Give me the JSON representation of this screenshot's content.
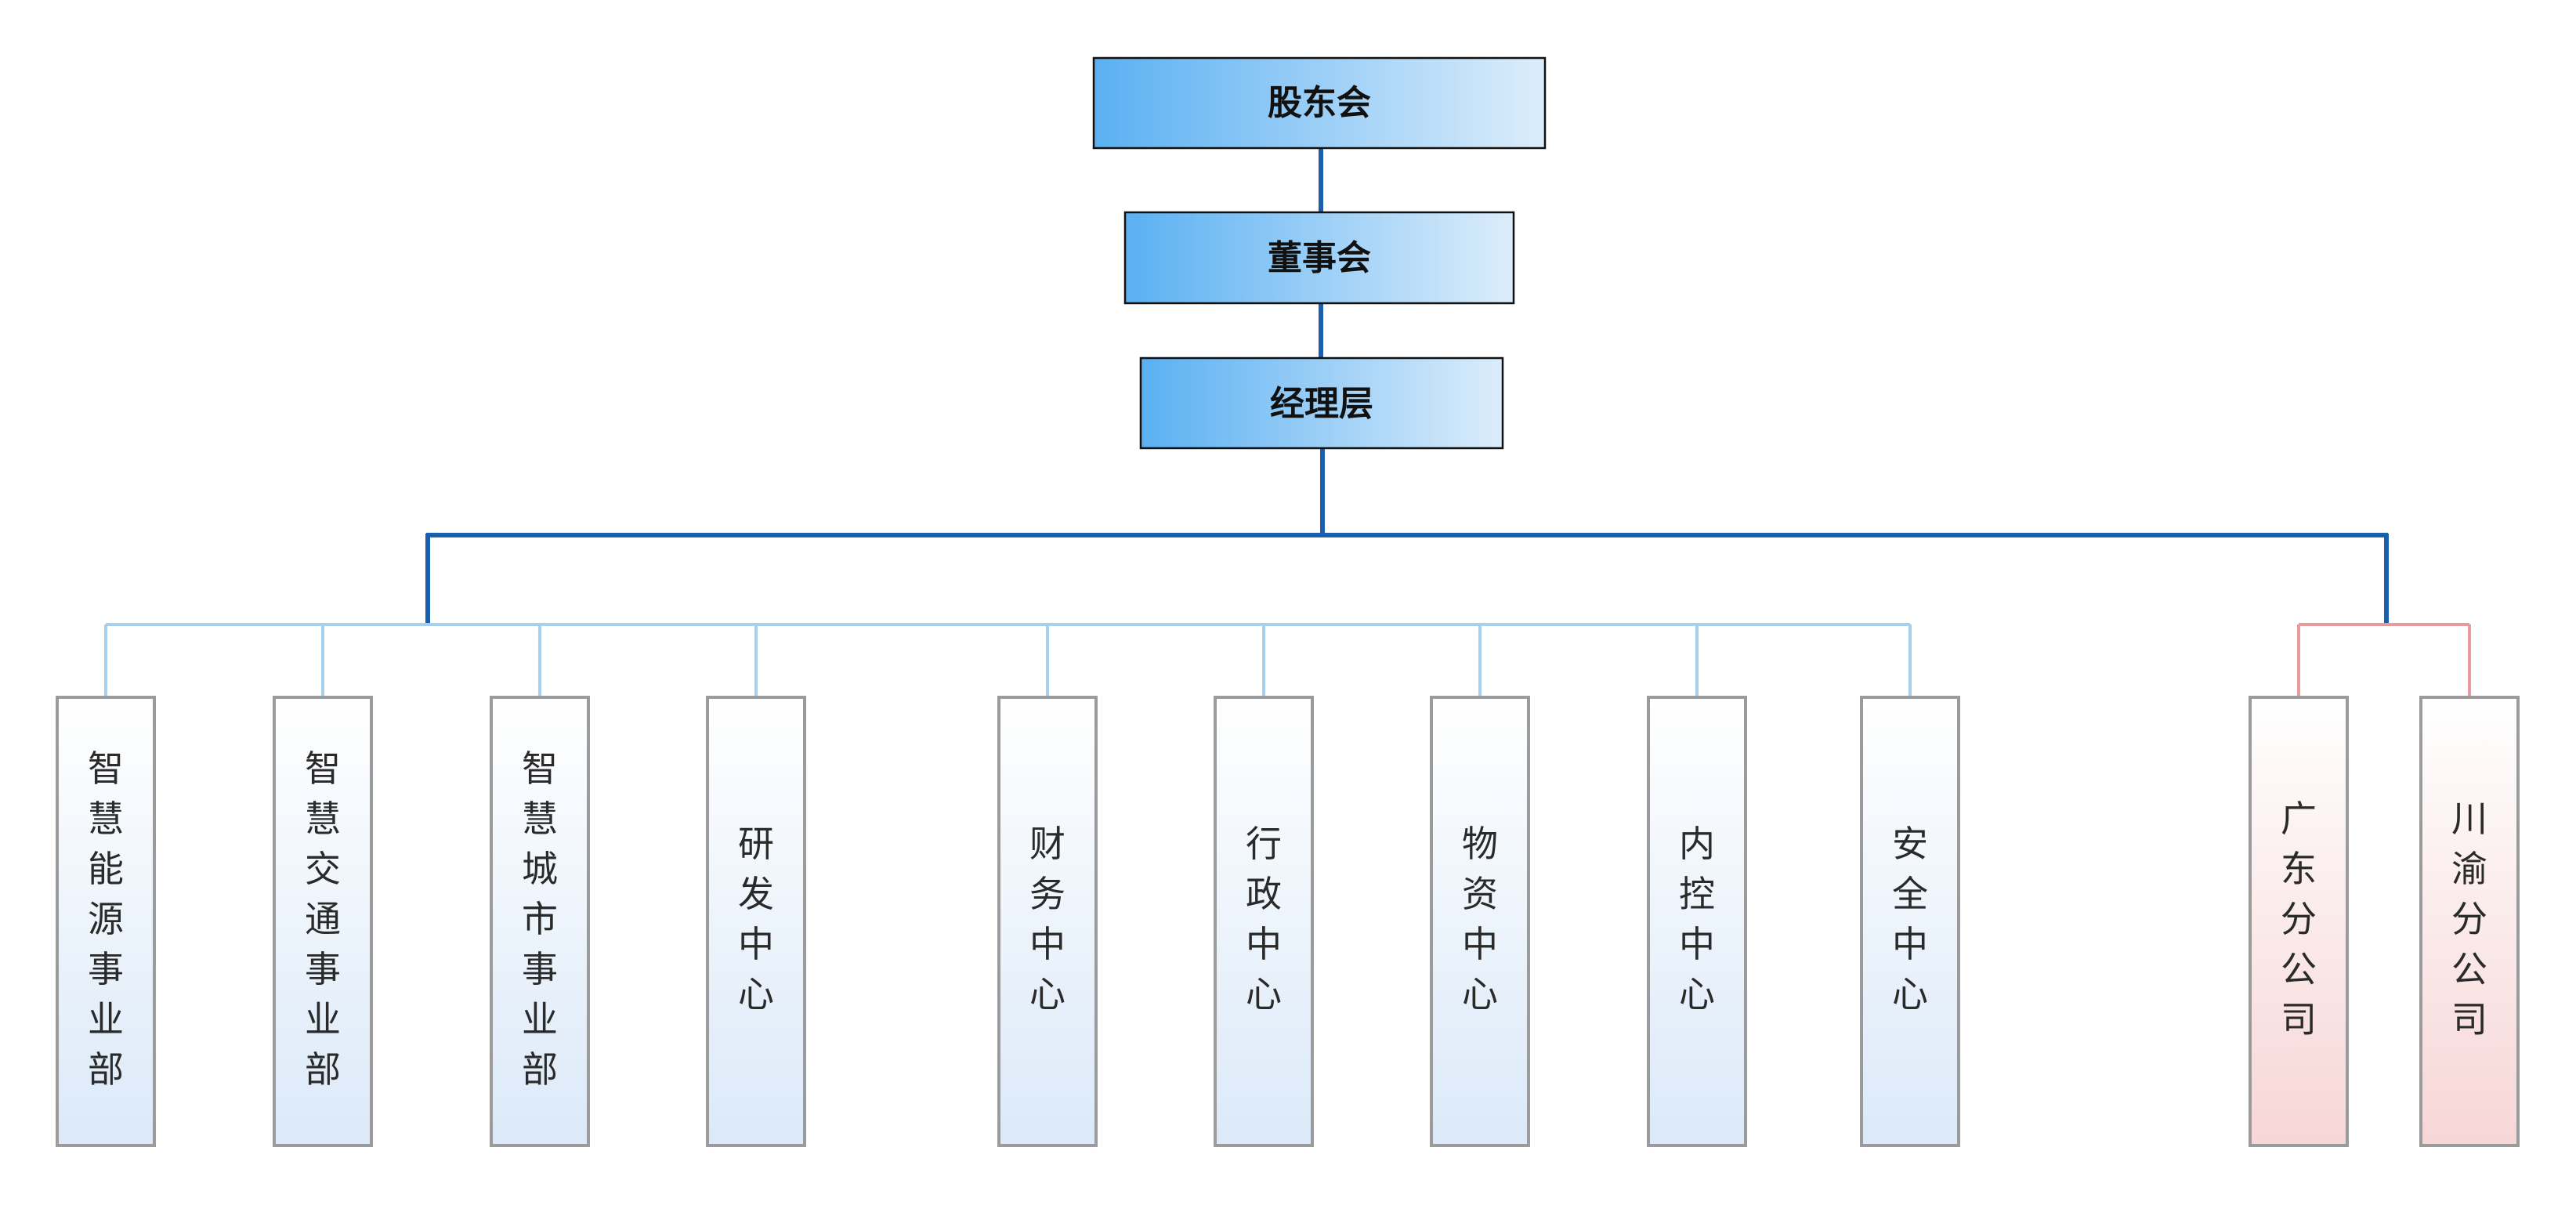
{
  "top_nodes": [
    {
      "label": "股东会"
    },
    {
      "label": "董事会"
    },
    {
      "label": "经理层"
    }
  ],
  "departments": [
    {
      "label": "智慧能源事业部",
      "group": "headquarters"
    },
    {
      "label": "智慧交通事业部",
      "group": "headquarters"
    },
    {
      "label": "智慧城市事业部",
      "group": "headquarters"
    },
    {
      "label": "研发中心",
      "group": "headquarters"
    },
    {
      "label": "财务中心",
      "group": "headquarters"
    },
    {
      "label": "行政中心",
      "group": "headquarters"
    },
    {
      "label": "物资中心",
      "group": "headquarters"
    },
    {
      "label": "内控中心",
      "group": "headquarters"
    },
    {
      "label": "安全中心",
      "group": "headquarters"
    }
  ],
  "branches": [
    {
      "label": "广东分公司",
      "group": "branch"
    },
    {
      "label": "川渝分公司",
      "group": "branch"
    }
  ],
  "colors": {
    "main_connector": "#1a5fae",
    "department_connector": "#a6d0ee",
    "branch_connector": "#e89a9c",
    "top_box_gradient_start": "#5ab0f2",
    "top_box_gradient_end": "#dcedfb",
    "department_gradient_start": "#ffffff",
    "department_gradient_end": "#dbe9f8",
    "branch_gradient_start": "#ffffff",
    "branch_gradient_end": "#f7d6d6"
  }
}
